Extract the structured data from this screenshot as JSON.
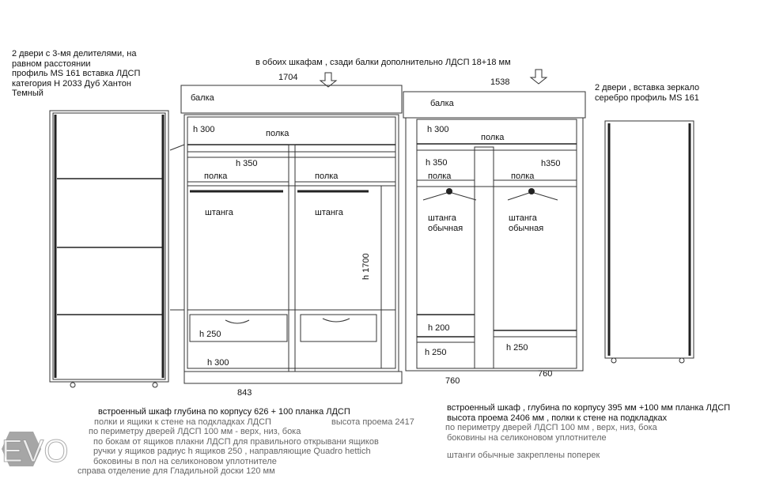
{
  "left_door_note": [
    "2  двери с 3-мя делителями,  на",
    "равном расстоянии",
    "профиль   MS 161 вставка ЛДСП",
    "категория  Н 2033 Дуб Хантон",
    "Темный"
  ],
  "top_note": "в обоих шкафам , сзади балки  дополнительно ЛДСП  18+18 мм",
  "right_door_note": [
    "2 двери , вставка зеркало",
    "серебро    профиль MS 161"
  ],
  "left_cabinet": {
    "width": "1704",
    "beam": "балка",
    "h_top": "h 300",
    "shelf_top": "полка",
    "h_mid": "h 350",
    "shelf_left": "полка",
    "shelf_right": "полка",
    "rod_left": "штанга",
    "rod_right": "штанга",
    "h_rod": "h 1700",
    "drawer": "h 250",
    "h_bottom": "h 300",
    "base_width": "843"
  },
  "right_cabinet": {
    "width": "1538",
    "beam": "балка",
    "h_top": "h 300",
    "shelf_top": "полка",
    "h_mid_left": "h 350",
    "h_mid_right": "h350",
    "shelf_left": "полка",
    "shelf_right": "полка",
    "rod_left": [
      "штанга",
      "обычная"
    ],
    "rod_right": [
      "штанга",
      "обычная"
    ],
    "h200": "h 200",
    "h250_left": "h 250",
    "h250_right": "h 250",
    "width_left": "760",
    "width_right": "760"
  },
  "left_notes": {
    "dark": [
      "встроенный шкаф   глубина по корпусу 626 + 100 планка ЛДСП"
    ],
    "grey": [
      "полки и ящики к стене на подкладках ЛДСП",
      "высота проема  2417",
      "по периметру дверей ЛДСП 100 мм - верх, низ, бока",
      "по бокам от ящиков плакни ЛДСП для правильного открывани ящиков",
      "ручки у ящиков радиус h ящиков 250 , направляющие Quadro hettich",
      "боковины в пол на селиконовом уплотнителе",
      "справа отделение   для Гладильной доски 120 мм"
    ]
  },
  "right_notes": {
    "dark": [
      "встроенный шкаф , глубина по корпусу 395 мм +100 мм планка ЛДСП",
      "высота проема 2406 мм , полки к стене на подкладках"
    ],
    "grey": [
      "по периметру дверей ЛДСП 100 мм , верх, низ, бока",
      "боковины на селиконовом уплотнителе",
      "штанги обычные закреплены поперек"
    ]
  },
  "watermark": "EVO"
}
